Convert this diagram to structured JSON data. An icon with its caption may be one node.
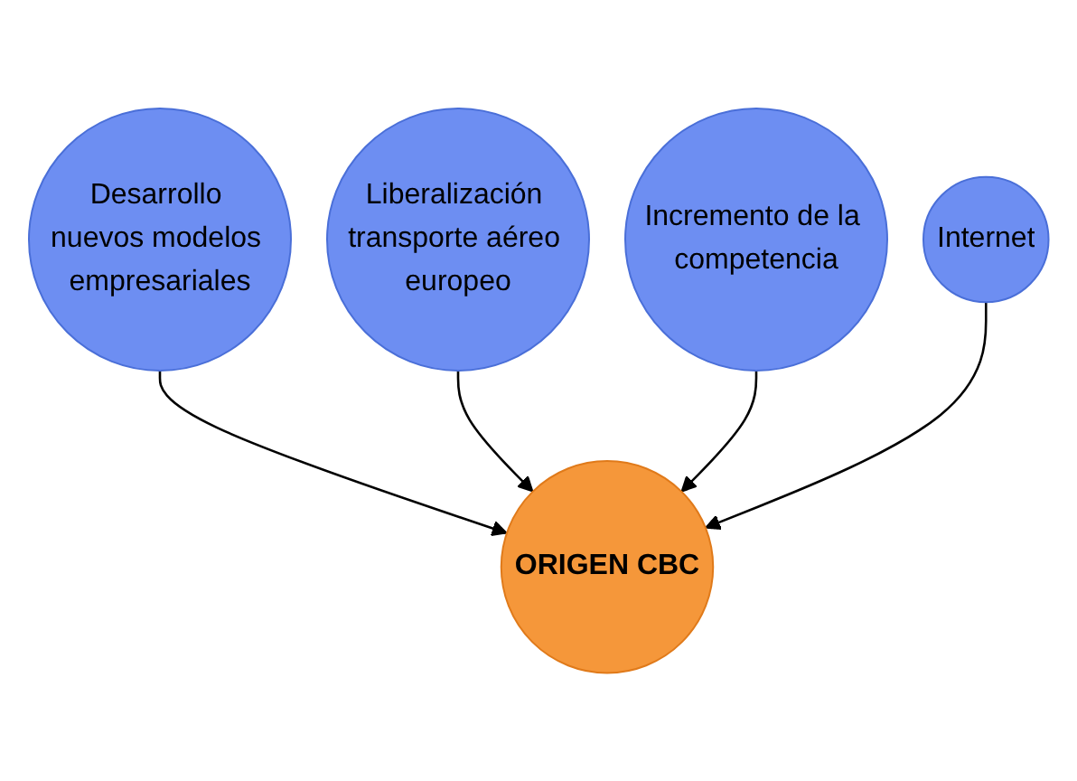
{
  "diagram": {
    "nodes": [
      {
        "text": [
          "Liberalización transporte aéreo europeo"
        ]
      },
      {
        "text": [
          "Incremento de la competencia"
        ]
      },
      {
        "text": [
          "Desarrollo nuevos modelos empresariales"
        ]
      },
      {
        "text": [
          "Internet"
        ]
      },
      {
        "text": [
          "ORIGEN CBC"
        ]
      }
    ],
    "edges": [
      {
        "from": 2,
        "to": 4,
        "arrow": "to"
      },
      {
        "from": 0,
        "to": 4,
        "arrow": "to"
      },
      {
        "from": 1,
        "to": 4,
        "arrow": "to"
      },
      {
        "from": 3,
        "to": 4,
        "arrow": "to"
      }
    ]
  }
}
